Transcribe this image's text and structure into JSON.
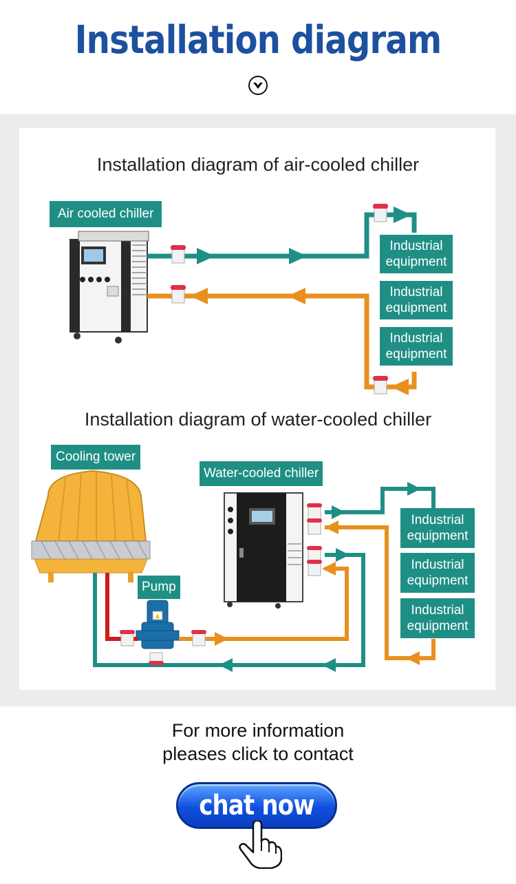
{
  "header": {
    "title": "Installation diagram",
    "scroll_icon": "chevron-down-circle-icon"
  },
  "air_cooled": {
    "heading": "Installation diagram of air-cooled chiller",
    "chiller_label": "Air cooled chiller",
    "equipment": [
      {
        "line1": "Industrial",
        "line2": "equipment"
      },
      {
        "line1": "Industrial",
        "line2": "equipment"
      },
      {
        "line1": "Industrial",
        "line2": "equipment"
      }
    ]
  },
  "water_cooled": {
    "heading": "Installation diagram of water-cooled chiller",
    "tower_label": "Cooling tower",
    "chiller_label": "Water-cooled chiller",
    "pump_label": "Pump",
    "equipment": [
      {
        "line1": "Industrial",
        "line2": "equipment"
      },
      {
        "line1": "Industrial",
        "line2": "equipment"
      },
      {
        "line1": "Industrial",
        "line2": "equipment"
      }
    ]
  },
  "footer": {
    "line1": "For more information",
    "line2": "pleases click to contact",
    "button_label": "chat now",
    "pointer_icon": "hand-pointer-icon"
  },
  "colors": {
    "title_blue": "#1e50a0",
    "supply_teal": "#1f8f86",
    "return_orange": "#e8901e",
    "valve_red": "#e0304a",
    "button_blue": "#0f4fe0"
  }
}
